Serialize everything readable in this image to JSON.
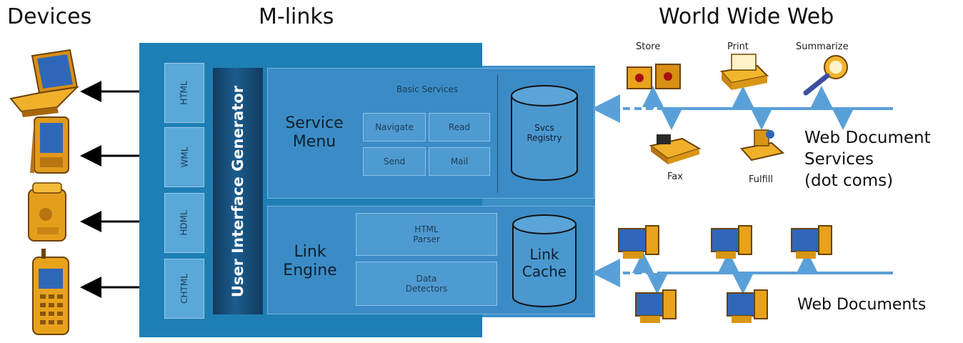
{
  "titles": {
    "devices": "Devices",
    "mlinks": "M-links",
    "www": "World Wide Web"
  },
  "formats": [
    "HTML",
    "WML",
    "HDML",
    "CHTML"
  ],
  "ui_generator": "User Interface Generator",
  "service_menu": {
    "title_line1": "Service",
    "title_line2": "Menu",
    "basic_services": "Basic Services",
    "buttons": [
      "Navigate",
      "Read",
      "Send",
      "Mail"
    ],
    "registry_line1": "Svcs",
    "registry_line2": "Registry"
  },
  "link_engine": {
    "title_line1": "Link",
    "title_line2": "Engine",
    "parser_line1": "HTML",
    "parser_line2": "Parser",
    "detectors_line1": "Data",
    "detectors_line2": "Detectors",
    "cache_line1": "Link",
    "cache_line2": "Cache"
  },
  "web_services": {
    "items": [
      "Store",
      "Print",
      "Summarize",
      "Fax",
      "Fulfill"
    ],
    "label_line1": "Web Document",
    "label_line2": "Services",
    "label_line3": "(dot coms)"
  },
  "web_documents": {
    "label": "Web Documents"
  },
  "colors": {
    "container": "#1e7fb4",
    "panel": "#3b8cc6",
    "arrow": "#5aa0d8",
    "icon_gold": "#e8a21c"
  }
}
